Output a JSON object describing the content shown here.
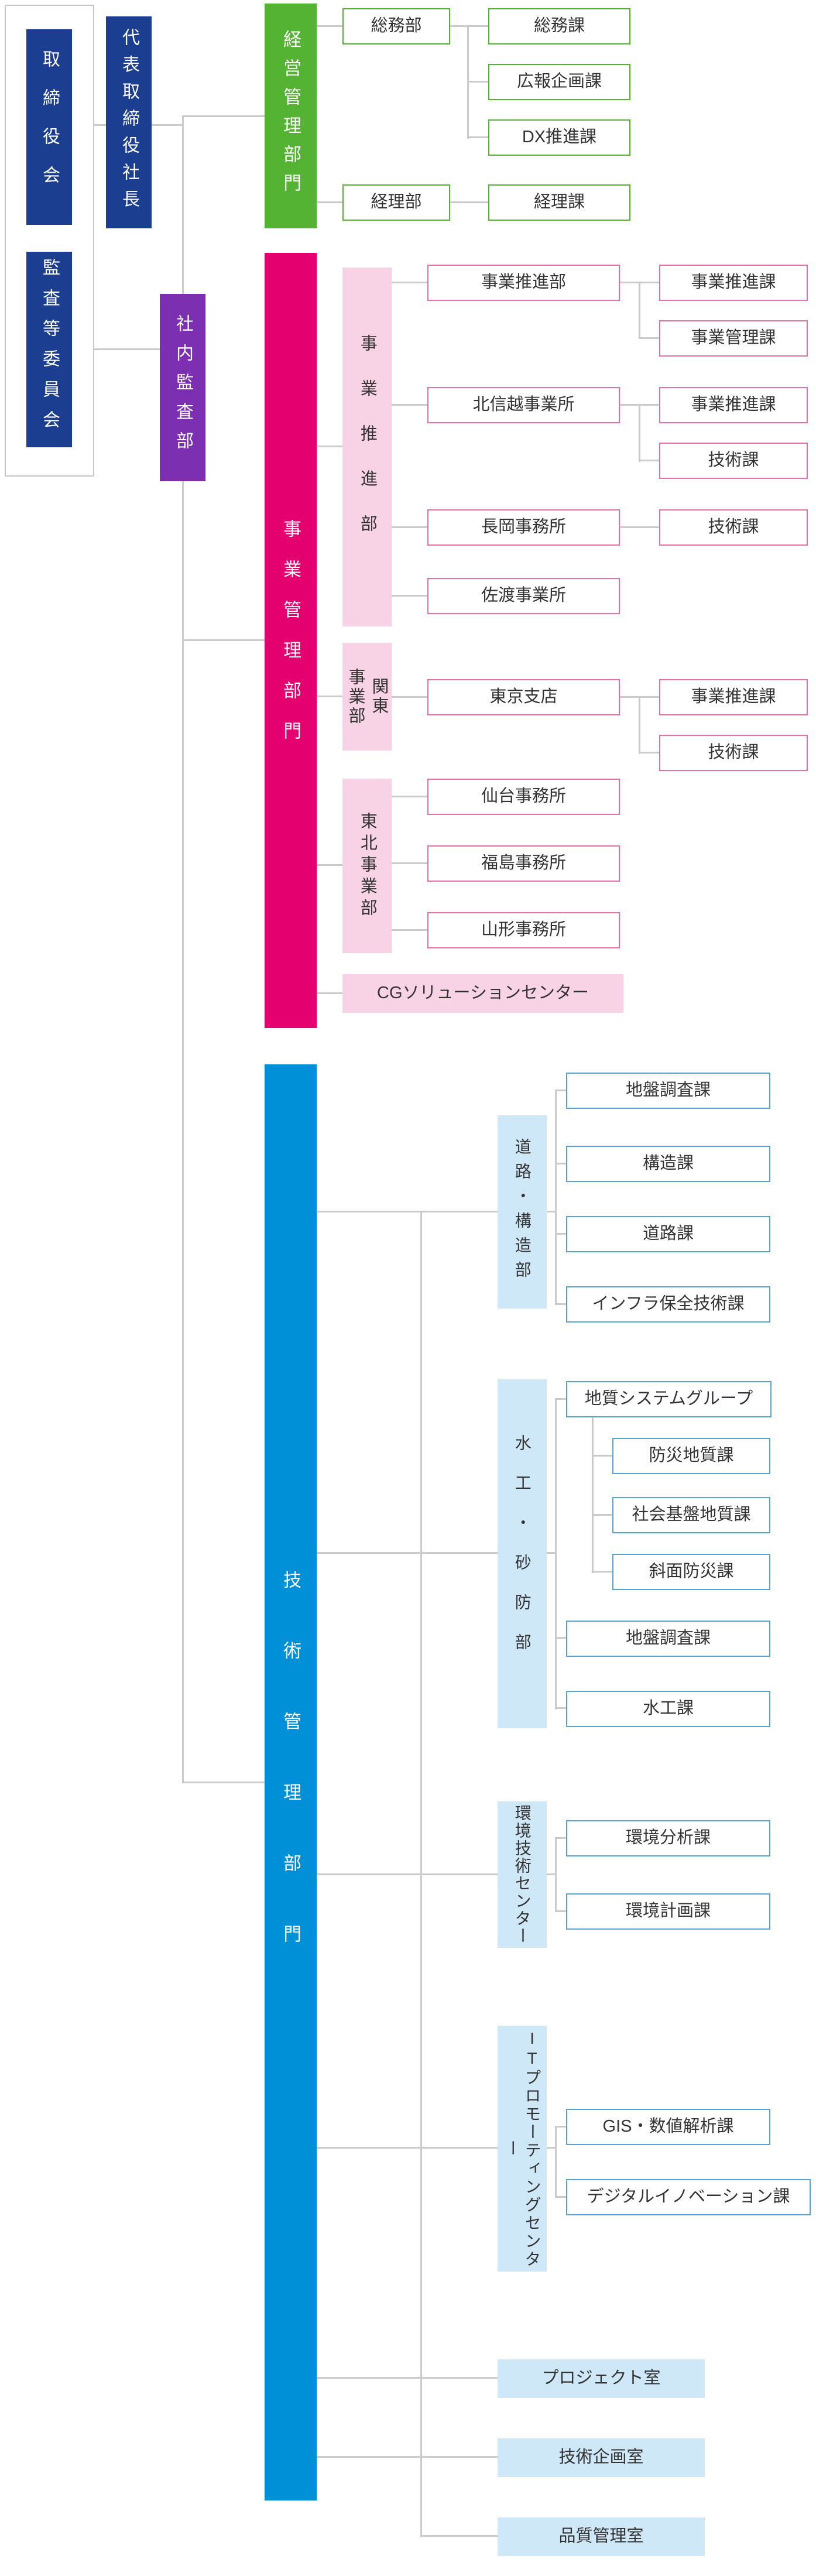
{
  "colors": {
    "navy": "#1c3e90",
    "purple": "#7c2fb0",
    "green": "#54b332",
    "crimson": "#e4006f",
    "blue": "#0090d7",
    "pink_light": "#f8d3e5",
    "blue_light": "#cfe8f7",
    "connector_gray": "#cbcbcb"
  },
  "top": {
    "board": "取締役会",
    "audit_committee": "監査等委員会",
    "president": "代表取締役社長",
    "internal_audit": "社内監査部"
  },
  "management": {
    "bar": "経営管理部門",
    "general_affairs": {
      "label": "総務部",
      "sections": [
        "総務課",
        "広報企画課",
        "DX推進課"
      ]
    },
    "accounting": {
      "label": "経理部",
      "sections": [
        "経理課"
      ]
    }
  },
  "business": {
    "bar": "事業管理部門",
    "promotion": {
      "bar": "事業推進部",
      "dept": {
        "label": "事業推進部",
        "sections": [
          "事業推進課",
          "事業管理課"
        ]
      },
      "hokushinetsu": {
        "label": "北信越事業所",
        "sections": [
          "事業推進課",
          "技術課"
        ]
      },
      "nagaoka": {
        "label": "長岡事務所",
        "sections": [
          "技術課"
        ]
      },
      "sado": {
        "label": "佐渡事業所"
      }
    },
    "kanto": {
      "bar": "関東\n事業部",
      "tokyo": {
        "label": "東京支店",
        "sections": [
          "事業推進課",
          "技術課"
        ]
      }
    },
    "tohoku": {
      "bar": "東北事業部",
      "offices": [
        "仙台事務所",
        "福島事務所",
        "山形事務所"
      ]
    },
    "cg_center": "CGソリューションセンター"
  },
  "technology": {
    "bar": "技術管理部門",
    "road_structure": {
      "bar": "道路・構造部",
      "sections": [
        "地盤調査課",
        "構造課",
        "道路課",
        "インフラ保全技術課"
      ]
    },
    "hydraulic_sabo": {
      "bar": "水工・砂防部",
      "geology_group": {
        "label": "地質システムグループ",
        "sections": [
          "防災地質課",
          "社会基盤地質課",
          "斜面防災課"
        ]
      },
      "sections": [
        "地盤調査課",
        "水工課"
      ]
    },
    "environment_center": {
      "bar": "環境技術センター",
      "sections": [
        "環境分析課",
        "環境計画課"
      ]
    },
    "it_center": {
      "bar": "ITプロモーティングセンター",
      "sections": [
        "GIS・数値解析課",
        "デジタルイノベーション課"
      ]
    },
    "offices": [
      "プロジェクト室",
      "技術企画室",
      "品質管理室"
    ]
  }
}
